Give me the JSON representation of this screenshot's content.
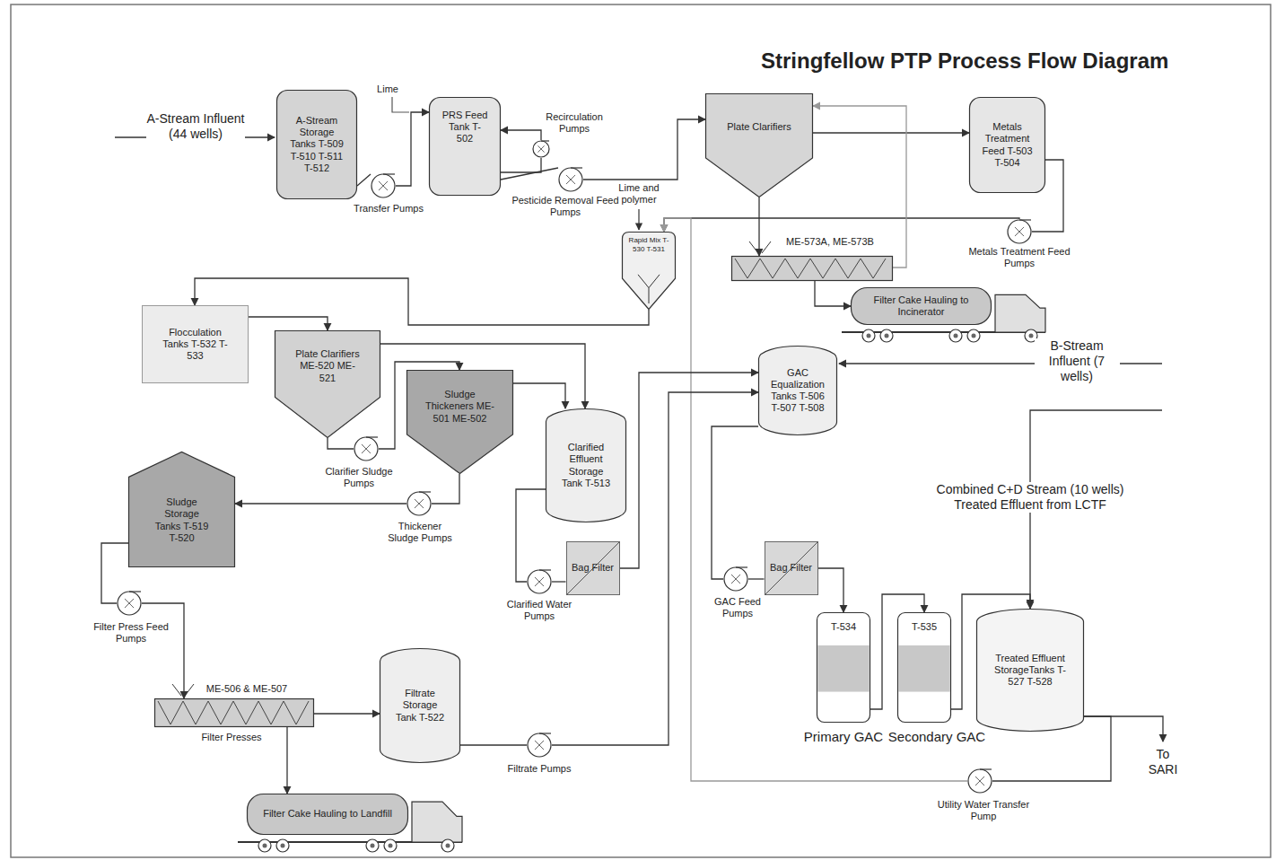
{
  "diagram": {
    "title": "Stringfellow PTP Process Flow Diagram",
    "nodes": [
      {
        "text": [
          "A-Stream Storage Tanks T-509 T-510 T-511 T-512"
        ]
      },
      {
        "text": [
          "Transfer Pumps"
        ]
      },
      {
        "text": [
          "PRS Feed Tank T-502"
        ]
      },
      {
        "text": [
          "Recirculation Pumps"
        ]
      },
      {
        "text": [
          "Pesticide Removal Feed Pumps"
        ]
      },
      {
        "text": [
          "Plate Clarifiers"
        ]
      },
      {
        "text": [
          "Metals Treatment Feed T-503 T-504"
        ]
      },
      {
        "text": [
          "Metals Treatment Feed Pumps"
        ]
      },
      {
        "text": [
          "Rapid Mix T-530 T-531"
        ]
      },
      {
        "text": [
          "ME-573A, ME-573B"
        ]
      },
      {
        "text": [
          "Filter Cake Hauling to Incinerator"
        ]
      },
      {
        "text": [
          "Flocculation Tanks T-532 T-533"
        ]
      },
      {
        "text": [
          "Plate Clarifiers ME-520 ME-521"
        ]
      },
      {
        "text": [
          "Sludge Thickeners ME-501 ME-502"
        ]
      },
      {
        "text": [
          "Clarified Effluent Storage Tank T-513"
        ]
      },
      {
        "text": [
          "GAC Equalization Tanks T-506 T-507 T-508"
        ]
      },
      {
        "text": [
          "Clarifier Sludge Pumps"
        ]
      },
      {
        "text": [
          "Thickener Sludge Pumps"
        ]
      },
      {
        "text": [
          "Sludge Storage Tanks T-519 T-520"
        ]
      },
      {
        "text": [
          "Bag Filter"
        ]
      },
      {
        "text": [
          "Clarified Water Pumps"
        ]
      },
      {
        "text": [
          "GAC Feed Pumps"
        ]
      },
      {
        "text": [
          "Bag Filter"
        ]
      },
      {
        "text": [
          "T-534",
          "Primary GAC"
        ]
      },
      {
        "text": [
          "T-535",
          "Secondary GAC"
        ]
      },
      {
        "text": [
          "Treated Effluent StorageTanks T-527 T-528"
        ]
      },
      {
        "text": [
          "Filter Press Feed Pumps"
        ]
      },
      {
        "text": [
          "ME-506 & ME-507",
          "Filter Presses"
        ]
      },
      {
        "text": [
          "Filtrate Storage Tank T-522"
        ]
      },
      {
        "text": [
          "Filtrate Pumps"
        ]
      },
      {
        "text": [
          "Utility Water Transfer Pump"
        ]
      },
      {
        "text": [
          "Filter Cake Hauling to Landfill"
        ]
      }
    ],
    "edges": [
      {
        "from": 0,
        "to": 1,
        "arrow": "none"
      },
      {
        "from": 1,
        "to": 2,
        "arrow": "to"
      },
      {
        "from": 2,
        "to": 3,
        "arrow": "none"
      },
      {
        "from": 3,
        "to": 2,
        "arrow": "to"
      },
      {
        "from": 2,
        "to": 4,
        "arrow": "none"
      },
      {
        "from": 4,
        "to": 5,
        "arrow": "to"
      },
      {
        "from": 5,
        "to": 6,
        "arrow": "to"
      },
      {
        "from": 6,
        "to": 7,
        "arrow": "none"
      },
      {
        "from": 7,
        "to": 8,
        "arrow": "to"
      },
      {
        "from": 30,
        "to": 8,
        "arrow": "to"
      },
      {
        "from": 5,
        "to": 9,
        "arrow": "to"
      },
      {
        "from": 9,
        "to": 10,
        "arrow": "to"
      },
      {
        "from": 9,
        "to": 5,
        "arrow": "to"
      },
      {
        "from": 8,
        "to": 11,
        "arrow": "to"
      },
      {
        "from": 11,
        "to": 12,
        "arrow": "to"
      },
      {
        "from": 12,
        "to": 14,
        "arrow": "to"
      },
      {
        "from": 12,
        "to": 16,
        "arrow": "none"
      },
      {
        "from": 16,
        "to": 13,
        "arrow": "to"
      },
      {
        "from": 13,
        "to": 14,
        "arrow": "to"
      },
      {
        "from": 13,
        "to": 17,
        "arrow": "none"
      },
      {
        "from": 17,
        "to": 18,
        "arrow": "to"
      },
      {
        "from": 14,
        "to": 20,
        "arrow": "none"
      },
      {
        "from": 20,
        "to": 19,
        "arrow": "none"
      },
      {
        "from": 19,
        "to": 15,
        "arrow": "to"
      },
      {
        "from": 29,
        "to": 15,
        "arrow": "to"
      },
      {
        "from": 15,
        "to": 21,
        "arrow": "none"
      },
      {
        "from": 21,
        "to": 22,
        "arrow": "none"
      },
      {
        "from": 22,
        "to": 23,
        "arrow": "to"
      },
      {
        "from": 23,
        "to": 24,
        "arrow": "to"
      },
      {
        "from": 24,
        "to": 25,
        "arrow": "to"
      },
      {
        "from": 25,
        "to": 30,
        "arrow": "none"
      },
      {
        "from": 18,
        "to": 26,
        "arrow": "none"
      },
      {
        "from": 26,
        "to": 27,
        "arrow": "to"
      },
      {
        "from": 27,
        "to": 28,
        "arrow": "to"
      },
      {
        "from": 27,
        "to": 31,
        "arrow": "to"
      },
      {
        "from": 28,
        "to": 29,
        "arrow": "none"
      }
    ],
    "labels": [
      "A-Stream Influent (44 wells)",
      "Lime",
      "Lime and polymer",
      "B-Stream Influent (7 wells)",
      "Combined C+D Stream (10 wells) Treated Effluent from LCTF",
      "To SARI"
    ]
  }
}
